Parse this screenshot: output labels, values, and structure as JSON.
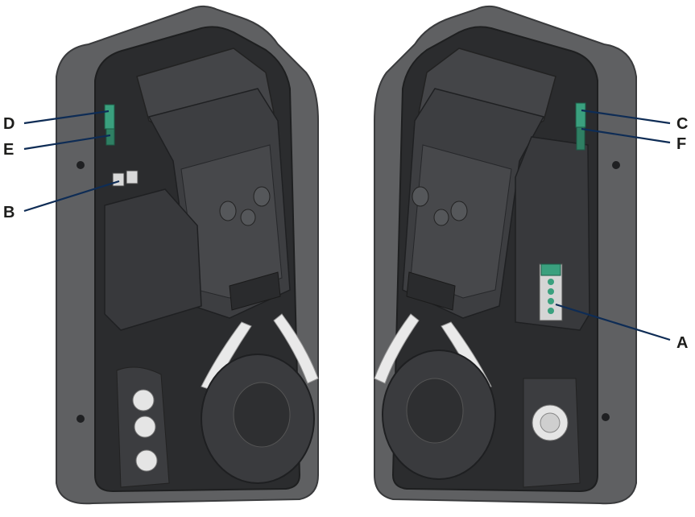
{
  "diagram": {
    "callouts": [
      {
        "id": "D",
        "label": "D"
      },
      {
        "id": "E",
        "label": "E"
      },
      {
        "id": "B",
        "label": "B"
      },
      {
        "id": "C",
        "label": "C"
      },
      {
        "id": "F",
        "label": "F"
      },
      {
        "id": "A",
        "label": "A"
      }
    ],
    "colors": {
      "housing": "#5f6062",
      "housing_edge": "#3a3b3d",
      "interior": "#2d2e30",
      "component": "#3f4042",
      "component_light": "#55575a",
      "terminal_green": "#3aa07e",
      "strap": "#e9e9e9",
      "leader": "#0e2c55",
      "label": "#1d1d1b"
    },
    "devices": [
      {
        "name": "left-unit-open",
        "view": "left"
      },
      {
        "name": "right-unit-open",
        "view": "right"
      }
    ]
  }
}
